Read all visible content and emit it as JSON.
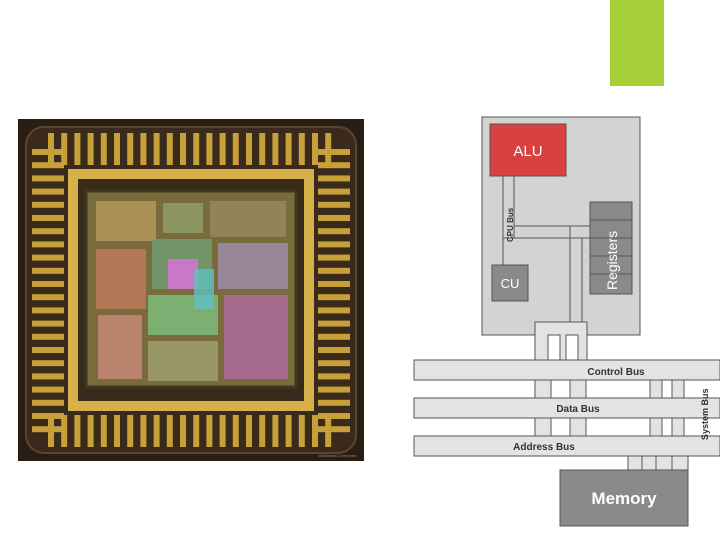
{
  "slide": {
    "accent_color": "#a6cf38"
  },
  "chip_photo": {
    "caption": "Wikimedia Commons",
    "background": "#2a1d14",
    "pad_color": "#c8a03a",
    "die_color": "#7a6b3c"
  },
  "diagram": {
    "alu_label": "ALU",
    "cpu_bus_label": "CPU Bus",
    "registers_label": "Registers",
    "cu_label": "CU",
    "control_bus_label": "Control Bus",
    "data_bus_label": "Data Bus",
    "address_bus_label": "Address Bus",
    "system_bus_label": "System Bus",
    "memory_label": "Memory",
    "colors": {
      "alu": "#d94040",
      "cpu": "#d3d3d3",
      "bus": "#e3e3e3",
      "block": "#8a8a8a",
      "outline": "#555555"
    }
  }
}
